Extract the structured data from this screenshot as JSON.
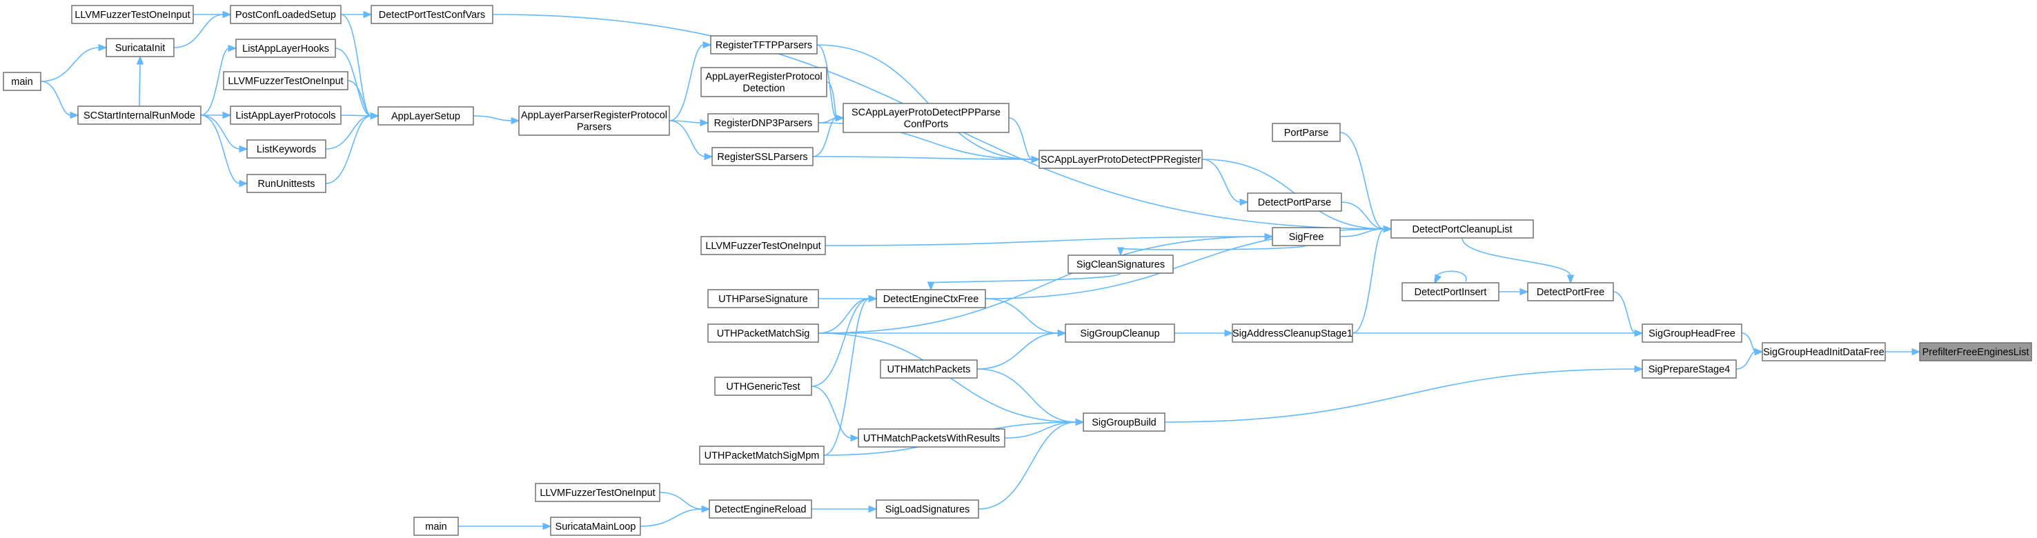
{
  "graph": {
    "colors": {
      "edge": "#63b8ff",
      "node_border": "#666666",
      "node_fill": "#ffffff",
      "focus_fill": "#999999"
    },
    "nodes": [
      {
        "id": "n1",
        "label": [
          "LLVMFuzzerTestOneInput"
        ]
      },
      {
        "id": "n2",
        "label": [
          "PostConfLoadedSetup"
        ]
      },
      {
        "id": "n3",
        "label": [
          "DetectPortTestConfVars"
        ]
      },
      {
        "id": "n4",
        "label": [
          "SuricataInit"
        ]
      },
      {
        "id": "n5",
        "label": [
          "main"
        ]
      },
      {
        "id": "n6",
        "label": [
          "SCStartInternalRunMode"
        ]
      },
      {
        "id": "n7",
        "label": [
          "ListAppLayerHooks"
        ]
      },
      {
        "id": "n8",
        "label": [
          "LLVMFuzzerTestOneInput"
        ]
      },
      {
        "id": "n9",
        "label": [
          "ListAppLayerProtocols"
        ]
      },
      {
        "id": "n10",
        "label": [
          "ListKeywords"
        ]
      },
      {
        "id": "n11",
        "label": [
          "RunUnittests"
        ]
      },
      {
        "id": "n12",
        "label": [
          "AppLayerSetup"
        ]
      },
      {
        "id": "n13",
        "label": [
          "AppLayerParserRegisterProtocol",
          "Parsers"
        ]
      },
      {
        "id": "n14",
        "label": [
          "RegisterTFTPParsers"
        ]
      },
      {
        "id": "n15",
        "label": [
          "AppLayerRegisterProtocol",
          "Detection"
        ]
      },
      {
        "id": "n16",
        "label": [
          "RegisterDNP3Parsers"
        ]
      },
      {
        "id": "n17",
        "label": [
          "RegisterSSLParsers"
        ]
      },
      {
        "id": "n18",
        "label": [
          "SCAppLayerProtoDetectPPParse",
          "ConfPorts"
        ]
      },
      {
        "id": "n19",
        "label": [
          "SCAppLayerProtoDetectPPRegister"
        ]
      },
      {
        "id": "n20",
        "label": [
          "PortParse"
        ]
      },
      {
        "id": "n21",
        "label": [
          "DetectPortParse"
        ]
      },
      {
        "id": "n22",
        "label": [
          "LLVMFuzzerTestOneInput"
        ]
      },
      {
        "id": "n23",
        "label": [
          "SigFree"
        ]
      },
      {
        "id": "n24",
        "label": [
          "SigCleanSignatures"
        ]
      },
      {
        "id": "n25",
        "label": [
          "DetectPortCleanupList"
        ]
      },
      {
        "id": "n26",
        "label": [
          "UTHParseSignature"
        ]
      },
      {
        "id": "n27",
        "label": [
          "DetectEngineCtxFree"
        ]
      },
      {
        "id": "n28",
        "label": [
          "DetectPortInsert"
        ]
      },
      {
        "id": "n29",
        "label": [
          "DetectPortFree"
        ]
      },
      {
        "id": "n30",
        "label": [
          "UTHPacketMatchSig"
        ]
      },
      {
        "id": "n31",
        "label": [
          "SigGroupCleanup"
        ]
      },
      {
        "id": "n32",
        "label": [
          "SigAddressCleanupStage1"
        ]
      },
      {
        "id": "n33",
        "label": [
          "SigGroupHeadFree"
        ]
      },
      {
        "id": "n34",
        "label": [
          "SigGroupHeadInitDataFree"
        ]
      },
      {
        "id": "n35",
        "label": [
          "PrefilterFreeEnginesList"
        ]
      },
      {
        "id": "n36",
        "label": [
          "UTHMatchPackets"
        ]
      },
      {
        "id": "n37",
        "label": [
          "SigPrepareStage4"
        ]
      },
      {
        "id": "n38",
        "label": [
          "UTHGenericTest"
        ]
      },
      {
        "id": "n39",
        "label": [
          "SigGroupBuild"
        ]
      },
      {
        "id": "n40",
        "label": [
          "UTHMatchPacketsWithResults"
        ]
      },
      {
        "id": "n41",
        "label": [
          "UTHPacketMatchSigMpm"
        ]
      },
      {
        "id": "n42",
        "label": [
          "LLVMFuzzerTestOneInput"
        ]
      },
      {
        "id": "n43",
        "label": [
          "DetectEngineReload"
        ]
      },
      {
        "id": "n44",
        "label": [
          "SigLoadSignatures"
        ]
      },
      {
        "id": "n45",
        "label": [
          "main"
        ]
      },
      {
        "id": "n46",
        "label": [
          "SuricataMainLoop"
        ]
      }
    ],
    "edges": [
      [
        "n1",
        "n2"
      ],
      [
        "n4",
        "n2"
      ],
      [
        "n5",
        "n4"
      ],
      [
        "n5",
        "n6"
      ],
      [
        "n6",
        "n4"
      ],
      [
        "n2",
        "n3"
      ],
      [
        "n3",
        "n25"
      ],
      [
        "n2",
        "n12"
      ],
      [
        "n6",
        "n7"
      ],
      [
        "n6",
        "n9"
      ],
      [
        "n6",
        "n10"
      ],
      [
        "n6",
        "n11"
      ],
      [
        "n7",
        "n12"
      ],
      [
        "n8",
        "n12"
      ],
      [
        "n9",
        "n12"
      ],
      [
        "n10",
        "n12"
      ],
      [
        "n11",
        "n12"
      ],
      [
        "n12",
        "n13"
      ],
      [
        "n13",
        "n14"
      ],
      [
        "n13",
        "n16"
      ],
      [
        "n13",
        "n17"
      ],
      [
        "n14",
        "n18"
      ],
      [
        "n15",
        "n18"
      ],
      [
        "n16",
        "n18"
      ],
      [
        "n17",
        "n18"
      ],
      [
        "n14",
        "n19"
      ],
      [
        "n16",
        "n19"
      ],
      [
        "n17",
        "n19"
      ],
      [
        "n18",
        "n19"
      ],
      [
        "n19",
        "n21"
      ],
      [
        "n19",
        "n25"
      ],
      [
        "n20",
        "n25"
      ],
      [
        "n21",
        "n25"
      ],
      [
        "n22",
        "n23"
      ],
      [
        "n30",
        "n23"
      ],
      [
        "n23",
        "n24"
      ],
      [
        "n23",
        "n25"
      ],
      [
        "n24",
        "n27"
      ],
      [
        "n26",
        "n27"
      ],
      [
        "n30",
        "n27"
      ],
      [
        "n38",
        "n27"
      ],
      [
        "n41",
        "n27"
      ],
      [
        "n27",
        "n31"
      ],
      [
        "n27",
        "n25"
      ],
      [
        "n30",
        "n31"
      ],
      [
        "n36",
        "n31"
      ],
      [
        "n31",
        "n32"
      ],
      [
        "n32",
        "n25"
      ],
      [
        "n32",
        "n33"
      ],
      [
        "n25",
        "n29"
      ],
      [
        "n28",
        "n28"
      ],
      [
        "n28",
        "n29"
      ],
      [
        "n29",
        "n33"
      ],
      [
        "n33",
        "n34"
      ],
      [
        "n34",
        "n35"
      ],
      [
        "n37",
        "n34"
      ],
      [
        "n39",
        "n37"
      ],
      [
        "n36",
        "n39"
      ],
      [
        "n30",
        "n39"
      ],
      [
        "n40",
        "n39"
      ],
      [
        "n41",
        "n39"
      ],
      [
        "n44",
        "n39"
      ],
      [
        "n38",
        "n40"
      ],
      [
        "n42",
        "n43"
      ],
      [
        "n43",
        "n44"
      ],
      [
        "n46",
        "n43"
      ],
      [
        "n45",
        "n46"
      ]
    ]
  }
}
